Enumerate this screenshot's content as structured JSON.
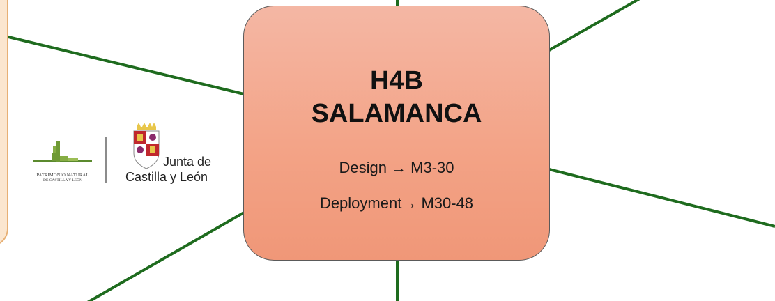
{
  "hub": {
    "title": "H4B\nSALAMANCA",
    "design_line": "Design → M3-30",
    "deployment_line": "Deployment→ M30-48",
    "fill_color": "#f3a98f",
    "border_color": "#5a5a5a"
  },
  "connectors": {
    "color": "#1e6b1e"
  },
  "logos": {
    "patrimonio": {
      "line1": "PATRIMONIO NATURAL",
      "line2": "DE CASTILLA Y LEÓN",
      "icon": "patrimonio-natural-logo"
    },
    "junta": {
      "line1": "Junta de",
      "line2": "Castilla y León",
      "icon": "castilla-leon-coat-of-arms"
    }
  },
  "left_panel": {
    "fill_color": "#fbe6cf",
    "border_color": "#e7b075"
  }
}
